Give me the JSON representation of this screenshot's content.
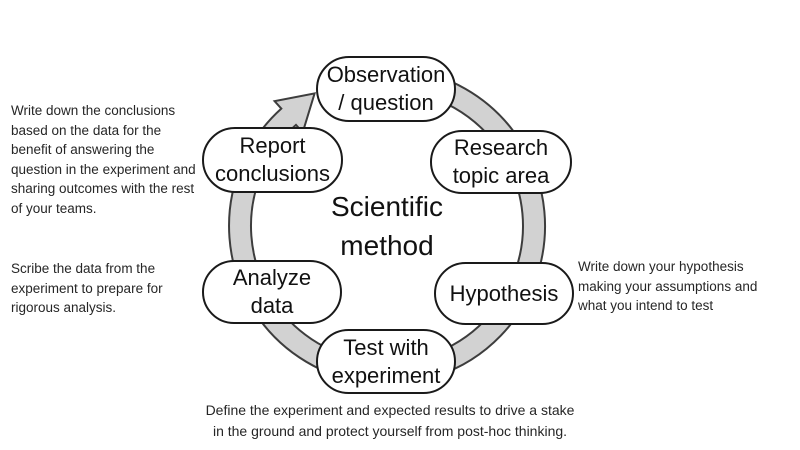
{
  "title": {
    "lines": [
      "Scientific",
      "method"
    ]
  },
  "nodes": {
    "observation": {
      "lines": [
        "Observation",
        "/ question"
      ]
    },
    "research": {
      "lines": [
        "Research",
        "topic area"
      ]
    },
    "hypothesis": {
      "lines": [
        "Hypothesis"
      ]
    },
    "test": {
      "lines": [
        "Test with",
        "experiment"
      ]
    },
    "analyze": {
      "lines": [
        "Analyze",
        "data"
      ]
    },
    "report": {
      "lines": [
        "Report",
        "conclusions"
      ]
    }
  },
  "annotations": {
    "report_note": {
      "lines": [
        "Write down the conclusions",
        "based on the data for the",
        "benefit of answering the",
        "question in the experiment and",
        "sharing outcomes with the rest",
        "of your teams."
      ]
    },
    "analyze_note": {
      "lines": [
        "Scribe the data from the",
        "experiment to prepare for",
        "rigorous analysis."
      ]
    },
    "hypothesis_note": {
      "lines": [
        "Write down your hypothesis",
        "making your assumptions and",
        "what you intend to test"
      ]
    },
    "test_note": {
      "lines": [
        "Define the experiment and expected results to drive a stake",
        "in the ground and protect yourself from post-hoc thinking."
      ]
    }
  },
  "diagram": {
    "cycle_direction": "clockwise",
    "arrow_fill": "#d2d2d2",
    "arrow_outline": "#3d3d3d",
    "node_fill": "#ffffff",
    "node_border": "#1a1a1a",
    "background": "#ffffff"
  }
}
